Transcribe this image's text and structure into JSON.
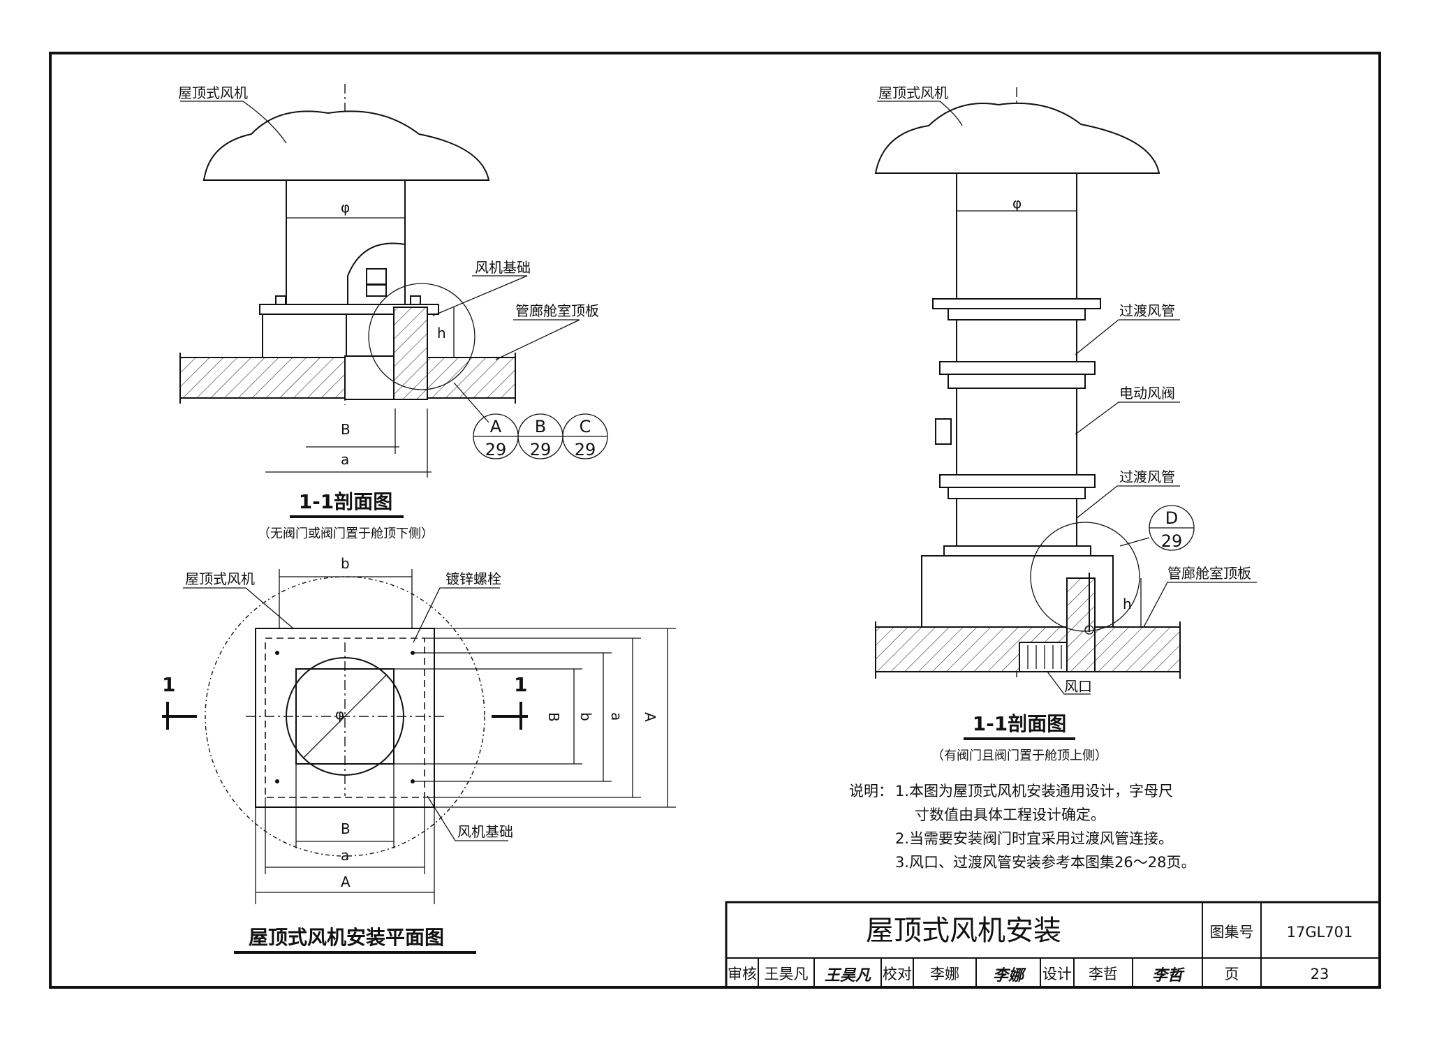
{
  "left_section": {
    "fan_label": "屋顶式风机",
    "diameter_symbol": "φ",
    "foundation_label": "风机基础",
    "roof_slab_label": "管廊舱室顶板",
    "dim_h": "h",
    "dim_B": "B",
    "dim_a": "a",
    "details": [
      {
        "letter": "A",
        "page": "29"
      },
      {
        "letter": "B",
        "page": "29"
      },
      {
        "letter": "C",
        "page": "29"
      }
    ],
    "title": "1-1剖面图",
    "subtitle": "（无阀门或阀门置于舱顶下侧）"
  },
  "plan": {
    "fan_label": "屋顶式风机",
    "bolt_label": "镀锌螺栓",
    "foundation_label": "风机基础",
    "dim_b": "b",
    "dim_B": "B",
    "dim_a": "a",
    "dim_A": "A",
    "diameter_symbol": "φ",
    "section_mark": "1",
    "title": "屋顶式风机安装平面图"
  },
  "right_section": {
    "fan_label": "屋顶式风机",
    "diameter_symbol": "φ",
    "transition_duct_1": "过渡风管",
    "electric_damper": "电动风阀",
    "transition_duct_2": "过渡风管",
    "roof_slab_label": "管廊舱室顶板",
    "vent_label": "风口",
    "dim_h": "h",
    "detail": {
      "letter": "D",
      "page": "29"
    },
    "title": "1-1剖面图",
    "subtitle": "（有阀门且阀门置于舱顶上侧）"
  },
  "notes": {
    "prefix": "说明：",
    "lines": [
      "1.本图为屋顶式风机安装通用设计，字母尺",
      "寸数值由具体工程设计确定。",
      "2.当需要安装阀门时宜采用过渡风管连接。",
      "3.风口、过渡风管安装参考本图集26～28页。"
    ]
  },
  "title_block": {
    "drawing_title": "屋顶式风机安装",
    "atlas_label": "图集号",
    "atlas_no": "17GL701",
    "review_label": "审核",
    "reviewer": "王昊凡",
    "reviewer_signature": "王昊凡",
    "check_label": "校对",
    "checker": "李娜",
    "checker_signature": "李娜",
    "design_label": "设计",
    "designer": "李哲",
    "designer_signature": "李哲",
    "page_label": "页",
    "page_no": "23"
  }
}
